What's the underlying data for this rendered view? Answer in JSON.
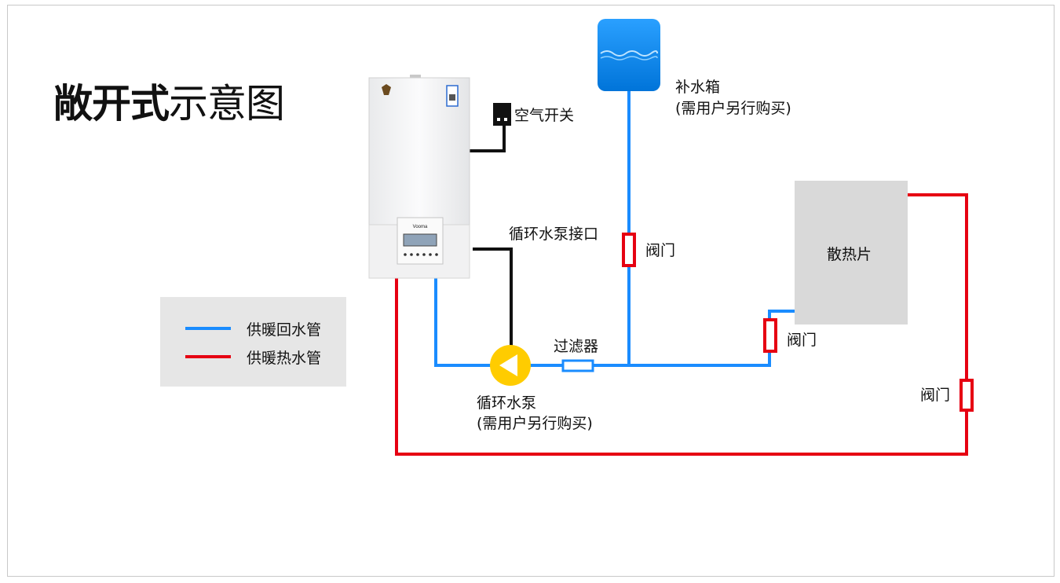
{
  "title": {
    "bold": "敞开式",
    "regular": "示意图"
  },
  "labels": {
    "air_switch": "空气开关",
    "tank_name": "补水箱",
    "tank_note": "(需用户另行购买)",
    "pump_port": "循环水泵接口",
    "valve": "阀门",
    "radiator": "散热片",
    "filter": "过滤器",
    "pump_name": "循环水泵",
    "pump_note": "(需用户另行购买)",
    "boiler_brand": "Vooma"
  },
  "legend": [
    {
      "label": "供暖回水管",
      "color": "#1a8cff"
    },
    {
      "label": "供暖热水管",
      "color": "#e60012"
    }
  ],
  "colors": {
    "return_pipe": "#1a8cff",
    "supply_pipe": "#e60012",
    "cable": "#111111",
    "pump": "#ffcc00",
    "tank": "#0a8cf0",
    "radiator": "#d9d9d9"
  }
}
